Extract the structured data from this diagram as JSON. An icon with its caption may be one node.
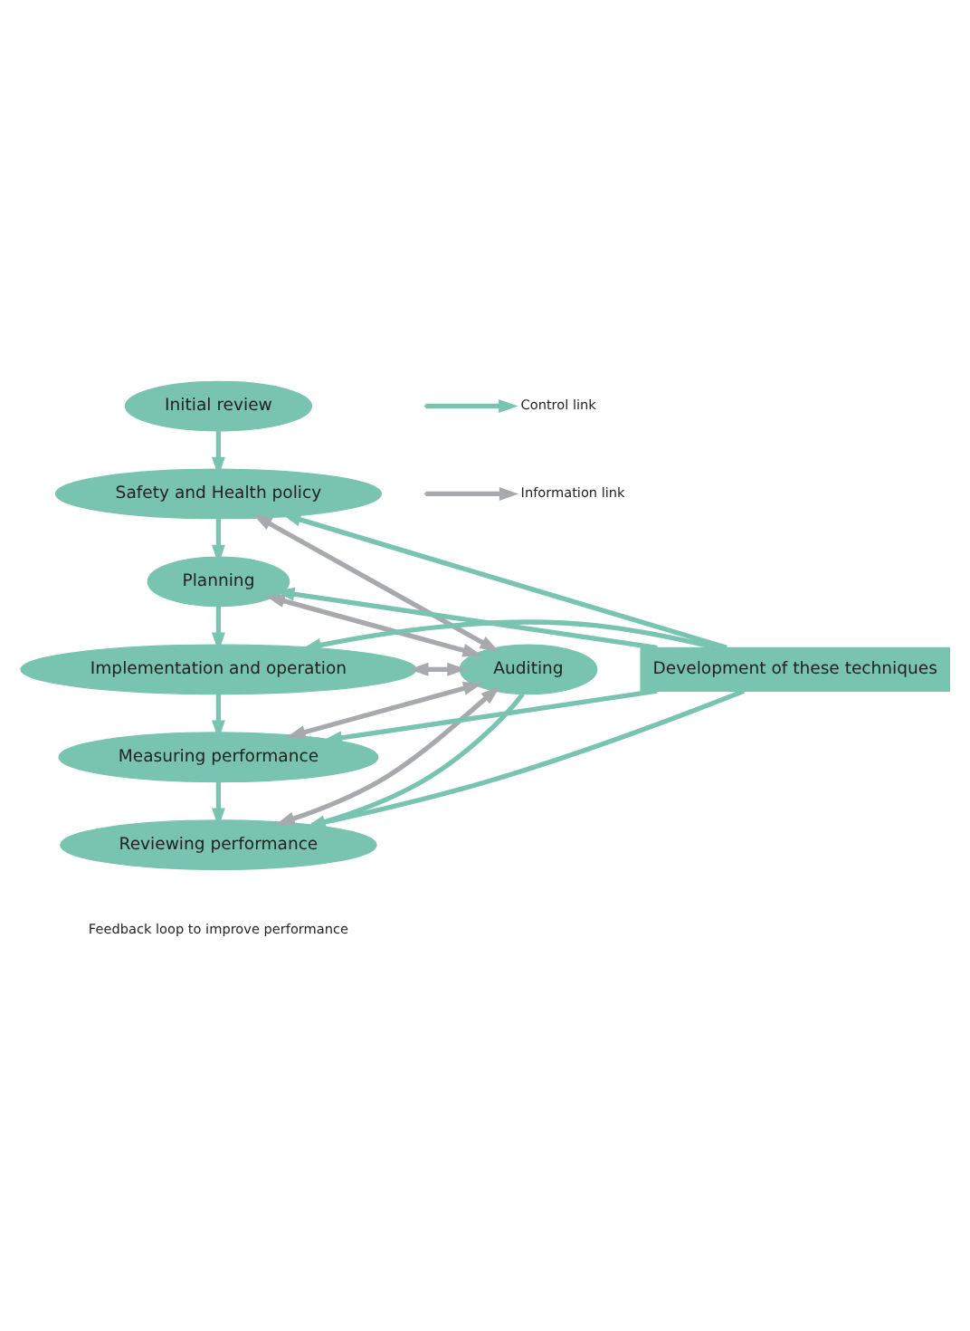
{
  "diagram": {
    "nodes": [
      {
        "text": [
          "Initial review"
        ]
      },
      {
        "text": [
          "Safety and Health policy"
        ]
      },
      {
        "text": [
          "Planning"
        ]
      },
      {
        "text": [
          "Implementation and operation"
        ]
      },
      {
        "text": [
          "Measuring performance"
        ]
      },
      {
        "text": [
          "Reviewing performance"
        ]
      },
      {
        "text": [
          "Auditing"
        ]
      },
      {
        "text": [
          "Development of these techniques"
        ]
      }
    ],
    "edges": [
      {
        "from": 0,
        "to": 1,
        "arrow": "to"
      },
      {
        "from": 1,
        "to": 2,
        "arrow": "to"
      },
      {
        "from": 2,
        "to": 3,
        "arrow": "to"
      },
      {
        "from": 3,
        "to": 4,
        "arrow": "to"
      },
      {
        "from": 4,
        "to": 5,
        "arrow": "to"
      },
      {
        "from": 6,
        "to": 1,
        "arrow": "both",
        "color": "#a7a9ac"
      },
      {
        "from": 6,
        "to": 2,
        "arrow": "both",
        "color": "#a7a9ac"
      },
      {
        "from": 6,
        "to": 3,
        "arrow": "both",
        "color": "#a7a9ac"
      },
      {
        "from": 6,
        "to": 4,
        "arrow": "both",
        "color": "#a7a9ac"
      },
      {
        "from": 6,
        "to": 5,
        "arrow": "both",
        "color": "#a7a9ac"
      },
      {
        "from": 6,
        "to": 5,
        "arrow": "to"
      },
      {
        "from": 5,
        "to": 7,
        "arrow": "none"
      },
      {
        "from": 7,
        "to": 1,
        "arrow": "to"
      },
      {
        "from": 7,
        "to": 2,
        "arrow": "to"
      },
      {
        "from": 7,
        "to": 3,
        "arrow": "to"
      },
      {
        "from": 7,
        "to": 4,
        "arrow": "to"
      }
    ],
    "labels": [
      "Feedback loop to improve performance"
    ],
    "legend": [
      {
        "text": "Control link"
      },
      {
        "text": "Information link"
      }
    ]
  }
}
